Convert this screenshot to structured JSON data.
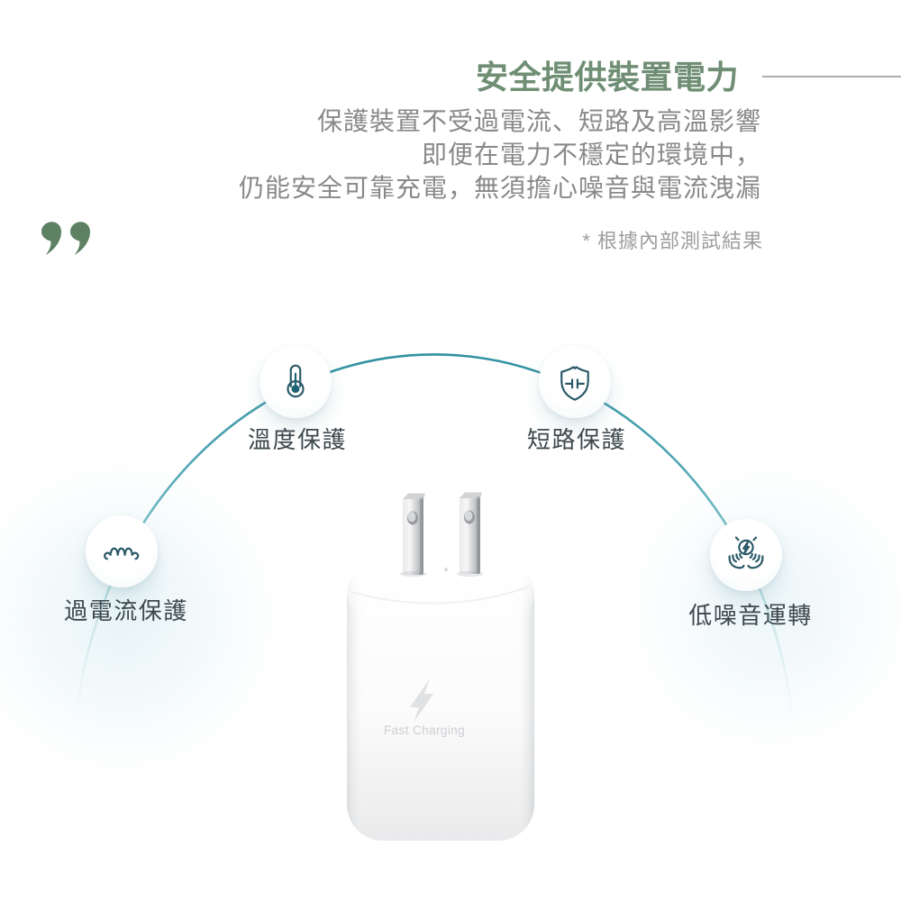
{
  "header": {
    "title": "安全提供裝置電力",
    "description_lines": [
      "保護裝置不受過電流、短路及高溫影響",
      "即便在電力不穩定的環境中，",
      "仍能安全可靠充電，無須擔心噪音與電流洩漏"
    ],
    "footnote": "* 根據內部測試結果"
  },
  "features": [
    {
      "id": "temperature-protection",
      "label": "溫度保護",
      "icon": "thermometer-icon"
    },
    {
      "id": "short-circuit-protection",
      "label": "短路保護",
      "icon": "shield-capacitor-icon"
    },
    {
      "id": "overcurrent-protection",
      "label": "過電流保護",
      "icon": "current-wave-icon"
    },
    {
      "id": "low-noise-operation",
      "label": "低噪音運轉",
      "icon": "hands-holding-energy-icon"
    }
  ],
  "product": {
    "type": "usb-wall-charger",
    "face_label": "Fast Charging",
    "face_badge": "lightning-bolt"
  },
  "colors": {
    "title_green": "#6f8e74",
    "quote_green": "#5e8163",
    "arc_teal": "#2f8fa0",
    "icon_teal": "#2b5a68",
    "label_dark": "#3d484e",
    "body_text_gray": "#898989"
  }
}
